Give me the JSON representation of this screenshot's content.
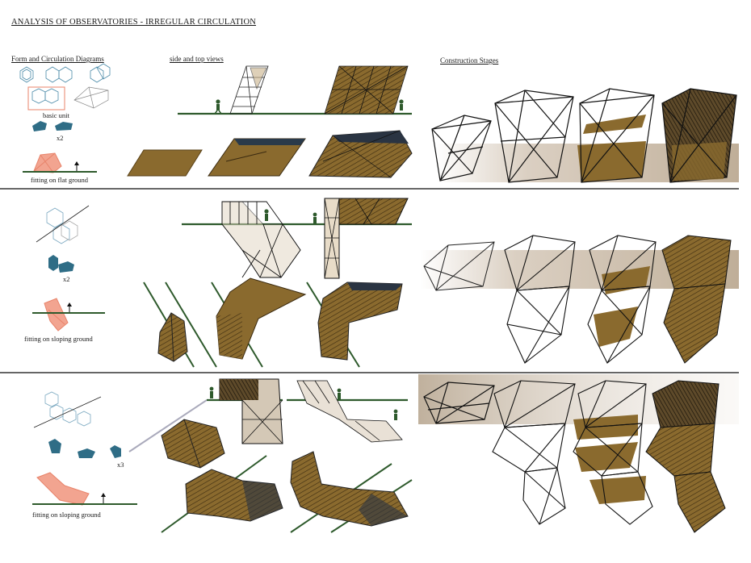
{
  "page_title": "ANALYSIS OF OBSERVATORIES - IRREGULAR CIRCULATION",
  "headers": {
    "form": "Form and Circulation Diagrams",
    "views": "side and top views",
    "stages": "Construction Stages"
  },
  "rows": [
    {
      "basic": "basic unit",
      "mult": "x2",
      "fit": "fitting on flat ground"
    },
    {
      "mult": "x2",
      "fit": "fitting on sloping ground"
    },
    {
      "mult": "x3",
      "fit": "fitting on sloping ground"
    }
  ],
  "colors": {
    "ground": "#2e5a2c",
    "wood": "#8a6a2e",
    "band": "#cbbba8",
    "teal": "#2f6d86",
    "salmon": "#e8836a"
  }
}
